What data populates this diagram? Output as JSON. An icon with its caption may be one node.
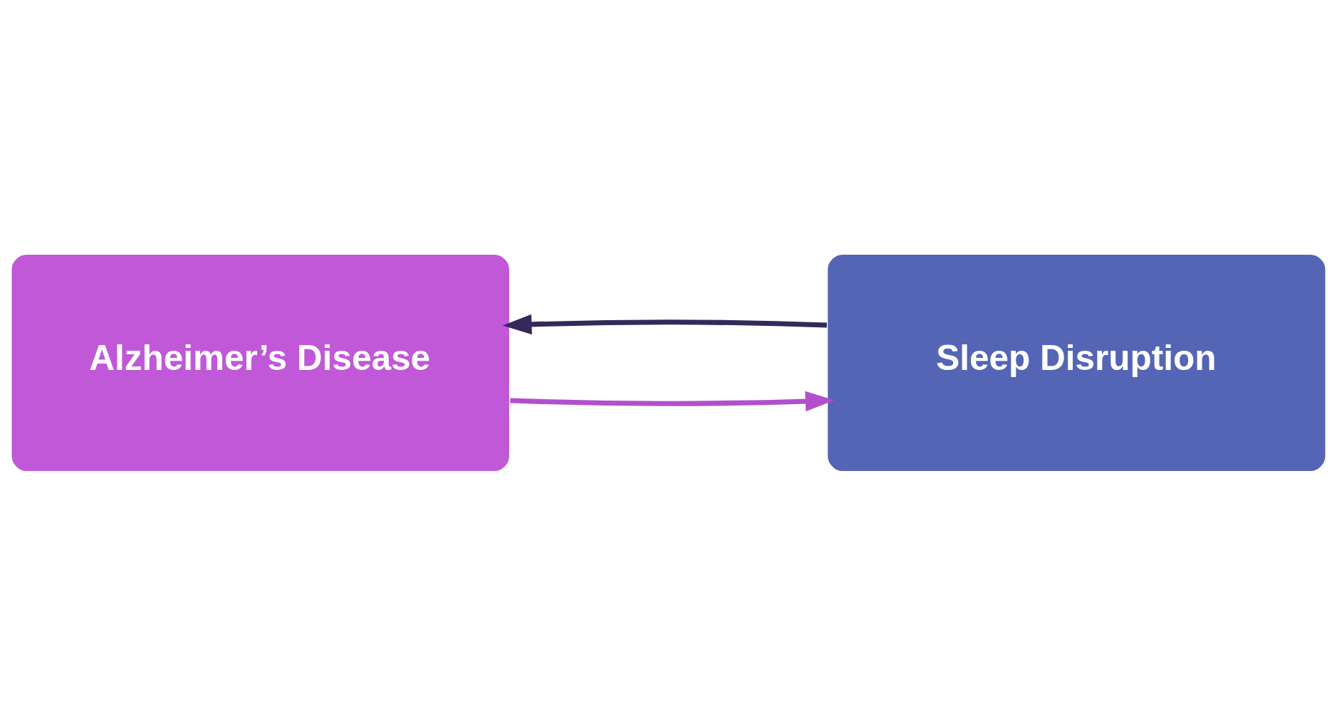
{
  "diagram": {
    "nodes": [
      {
        "text": [
          "Alzheimer’s Disease"
        ]
      },
      {
        "text": [
          "Sleep Disruption"
        ]
      }
    ],
    "edges": [
      {
        "from": 0,
        "to": 1,
        "arrow": "to",
        "color": "#b050cc"
      },
      {
        "from": 1,
        "to": 0,
        "arrow": "to",
        "color": "#35295a"
      }
    ]
  }
}
